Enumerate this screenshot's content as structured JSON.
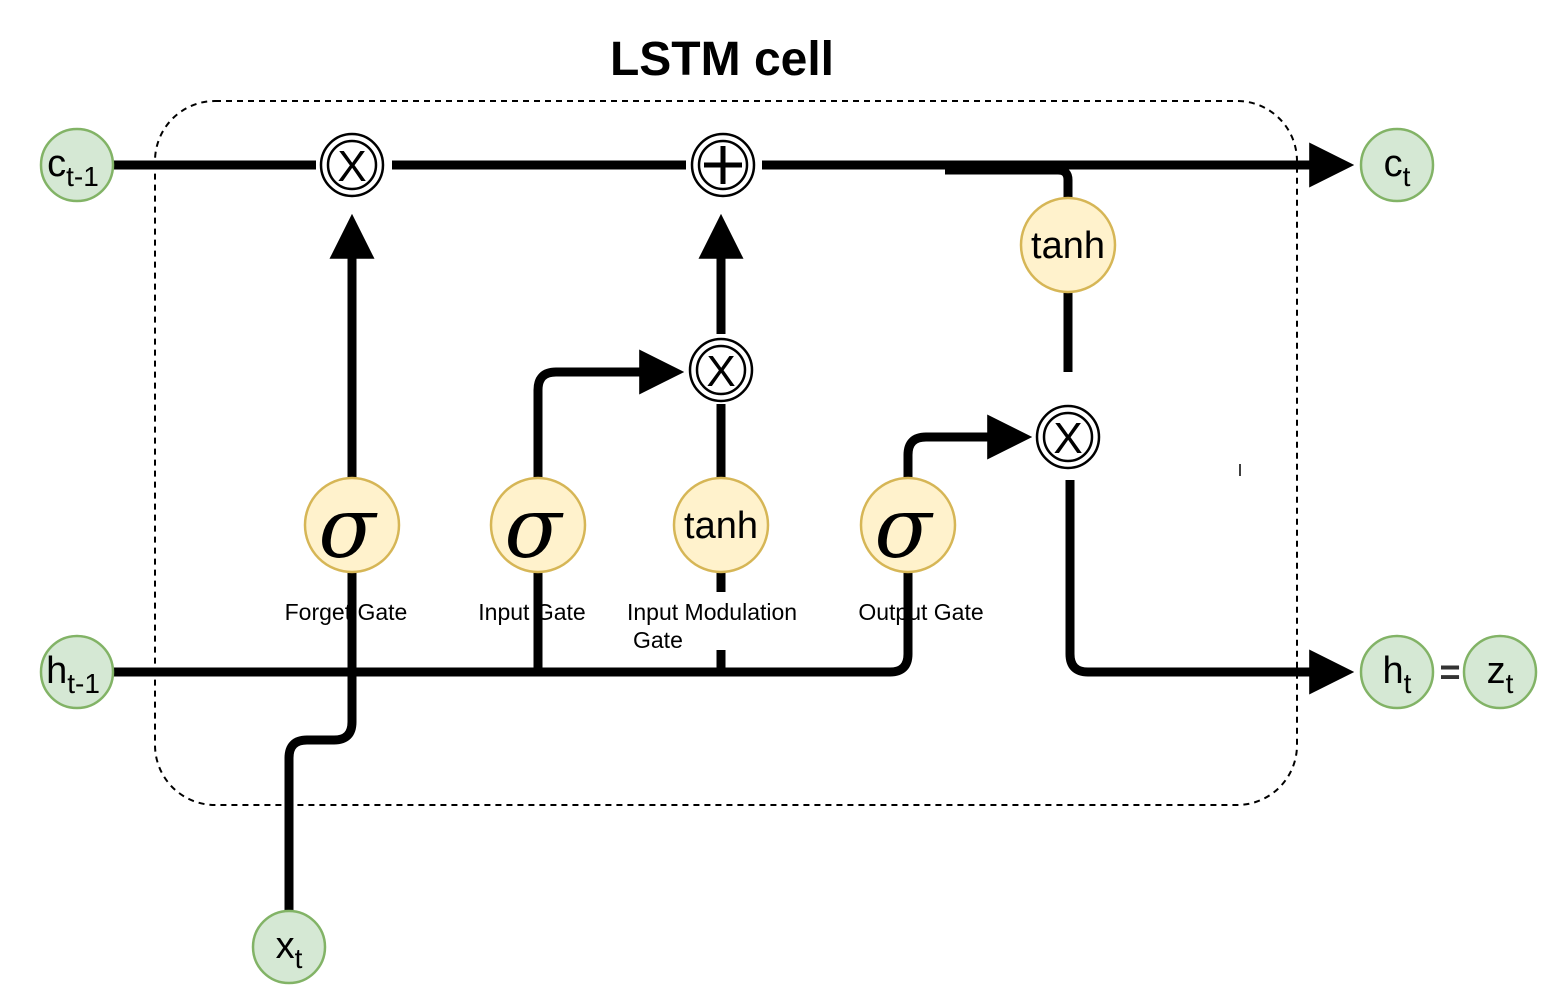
{
  "title": "LSTM cell",
  "nodes": {
    "c_prev": {
      "main": "c",
      "sub": "t-1"
    },
    "c_next": {
      "main": "c",
      "sub": "t"
    },
    "h_prev": {
      "main": "h",
      "sub": "t-1"
    },
    "h_next": {
      "main": "h",
      "sub": "t"
    },
    "z_out": {
      "main": "z",
      "sub": "t"
    },
    "x_in": {
      "main": "x",
      "sub": "t"
    }
  },
  "equals": "=",
  "activations": {
    "forget": "σ",
    "input": "σ",
    "modulation": "tanh",
    "output": "σ",
    "cell_tanh": "tanh"
  },
  "operators": {
    "multiply": "X",
    "add": "+"
  },
  "gate_labels": {
    "forget": "Forget Gate",
    "input": "Input Gate",
    "modulation_line1": "Input Modulation",
    "modulation_line2": "Gate",
    "output": "Output Gate"
  },
  "colors": {
    "io_fill": "#d5e8d4",
    "io_stroke": "#82b366",
    "activation_fill": "#fff2cc",
    "activation_stroke": "#d6b656",
    "line": "#000000"
  }
}
